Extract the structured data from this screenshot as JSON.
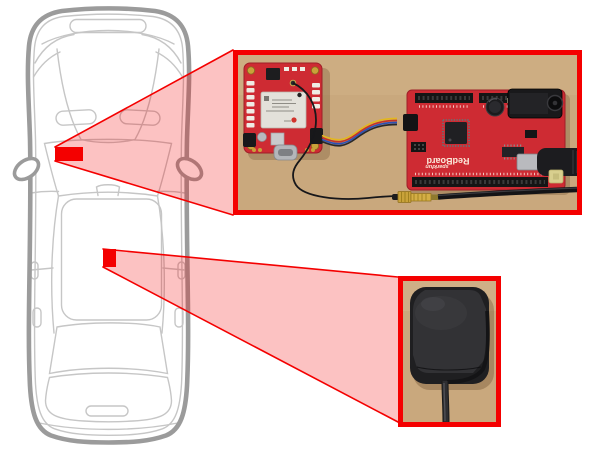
{
  "figure": {
    "description": "Top-down car illustration with two red magnifier callouts: GPS receiver electronics at the dashboard and a magnetic GPS antenna on the rear roof",
    "style": "line-art illustration with photo callouts"
  },
  "colors": {
    "background": "#ffffff",
    "accent_red": "#f40000",
    "beam_fill": "rgba(244,0,0,0.24)",
    "cardboard": "#c9a87d",
    "pcb_red": "#ce2b33",
    "car_outline_gray": "#9b9b9b",
    "car_detail_gray": "#c6c6c6",
    "antenna_black": "#232325",
    "gold": "#c9a23a"
  },
  "car": {
    "view": "top-down",
    "markers": [
      {
        "id": "dashboard-marker",
        "location": "driver-side dashboard"
      },
      {
        "id": "roof-marker",
        "location": "rear roof, centerline"
      }
    ]
  },
  "callouts": {
    "electronics": {
      "links_to": "dashboard-marker",
      "contents": [
        "gps-breakout-board",
        "redboard-microcontroller",
        "qwiic-cable",
        "sma-antenna-cable",
        "usb-cable"
      ],
      "silkscreen": {
        "redboard": "RedBoard",
        "sparkfun": "sparkfun"
      }
    },
    "antenna": {
      "links_to": "roof-marker",
      "contents": [
        "magnetic-gps-antenna",
        "antenna-cable"
      ]
    }
  }
}
